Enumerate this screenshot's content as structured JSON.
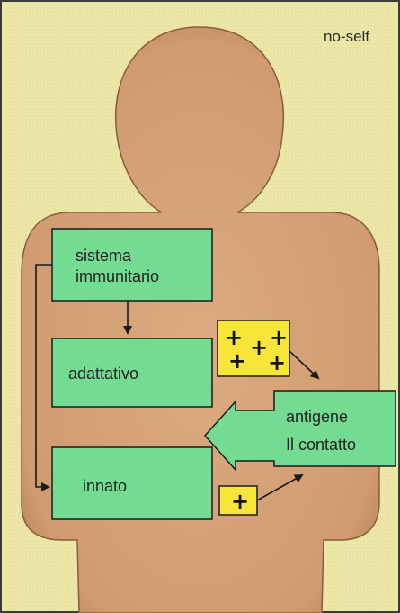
{
  "corner_label": "no-self",
  "boxes": {
    "sistema_line1": "sistema",
    "sistema_line2": "immunitario",
    "adattativo": "adattativo",
    "innato": "innato"
  },
  "antigen": {
    "line1": "antigene",
    "line2": "Il contatto"
  },
  "markers": {
    "plus": "+"
  },
  "colors": {
    "background": "#ece7a6",
    "body": "#d4a277",
    "box_green": "#74dc92",
    "marker_yellow": "#f7e53a",
    "stroke": "#1a1a1a"
  }
}
